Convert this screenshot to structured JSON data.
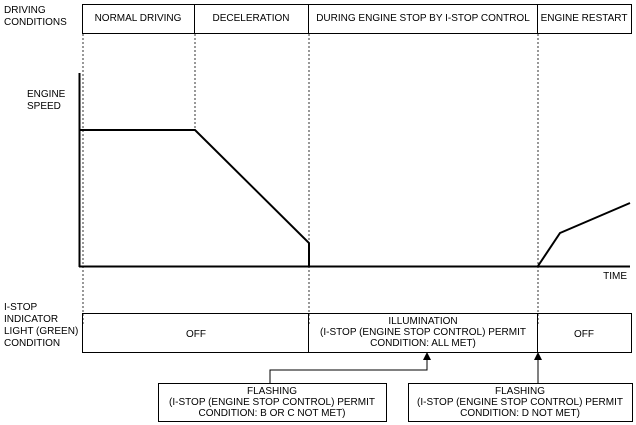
{
  "header": {
    "row_label": [
      "DRIVING",
      "CONDITIONS"
    ],
    "phases": [
      "NORMAL DRIVING",
      "DECELERATION",
      "DURING ENGINE STOP BY I-STOP CONTROL",
      "ENGINE RESTART"
    ]
  },
  "graph": {
    "y_label": [
      "ENGINE",
      "SPEED"
    ],
    "x_label": "TIME"
  },
  "indicator": {
    "row_label": [
      "I-STOP",
      "INDICATOR",
      "LIGHT (GREEN)",
      "CONDITION"
    ],
    "states": [
      {
        "lines": [
          "OFF"
        ]
      },
      {
        "lines": [
          "ILLUMINATION",
          "(I-STOP (ENGINE STOP CONTROL) PERMIT",
          "CONDITION: ALL MET)"
        ]
      },
      {
        "lines": [
          "OFF"
        ]
      }
    ]
  },
  "callouts": [
    {
      "lines": [
        "FLASHING",
        "(I-STOP (ENGINE STOP CONTROL) PERMIT",
        "CONDITION: B OR C NOT MET)"
      ]
    },
    {
      "lines": [
        "FLASHING",
        "(I-STOP (ENGINE STOP CONTROL) PERMIT",
        "CONDITION: D NOT MET)"
      ]
    }
  ]
}
